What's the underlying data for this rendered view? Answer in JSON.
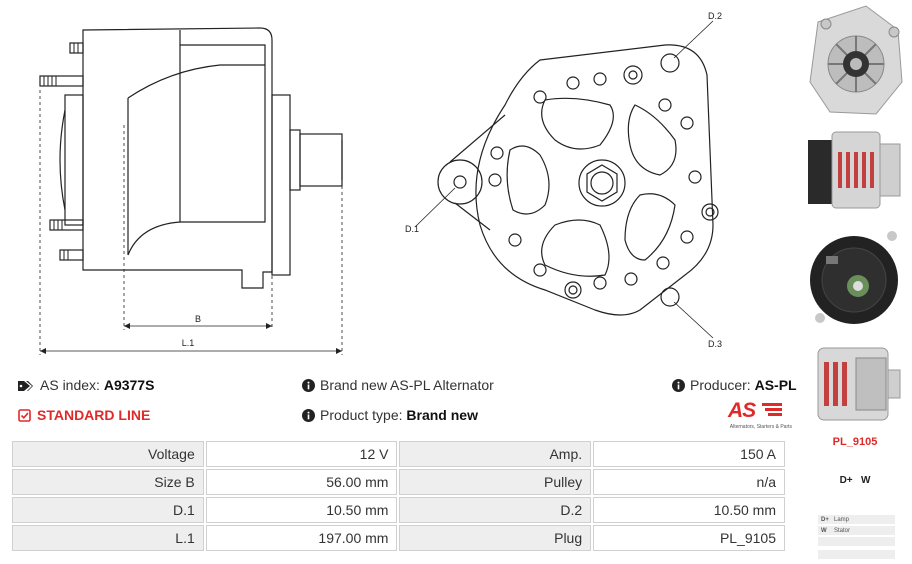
{
  "drawing": {
    "dim_b": "B",
    "dim_l1": "L.1",
    "dim_d1": "D.1",
    "dim_d2": "D.2",
    "dim_d3": "D.3"
  },
  "info": {
    "as_index_label": "AS index:",
    "as_index_value": "A9377S",
    "line_label": "STANDARD LINE",
    "brand_text": "Brand new AS-PL Alternator",
    "product_type_label": "Product type:",
    "product_type_value": "Brand new",
    "producer_label": "Producer:",
    "producer_value": "AS-PL",
    "logo_text": "AS",
    "logo_tagline": "Alternators, Starters & Parts"
  },
  "specs": [
    {
      "label": "Voltage",
      "value": "12 V",
      "label2": "Amp.",
      "value2": "150 A"
    },
    {
      "label": "Size B",
      "value": "56.00 mm",
      "label2": "Pulley",
      "value2": "n/a"
    },
    {
      "label": "D.1",
      "value": "10.50 mm",
      "label2": "D.2",
      "value2": "10.50 mm"
    },
    {
      "label": "L.1",
      "value": "197.00 mm",
      "label2": "Plug",
      "value2": "PL_9105"
    }
  ],
  "side": {
    "plug_code": "PL_9105",
    "pins": "D+   W",
    "legend": [
      {
        "pin": "D+",
        "desc": "Lamp"
      },
      {
        "pin": "W",
        "desc": "Stator"
      }
    ]
  },
  "colors": {
    "accent_red": "#e02a2a",
    "table_label_bg": "#eeeeee",
    "table_border": "#d0d0d0"
  },
  "icons": [
    "tags-icon",
    "check-square-icon",
    "info-circle-icon"
  ]
}
